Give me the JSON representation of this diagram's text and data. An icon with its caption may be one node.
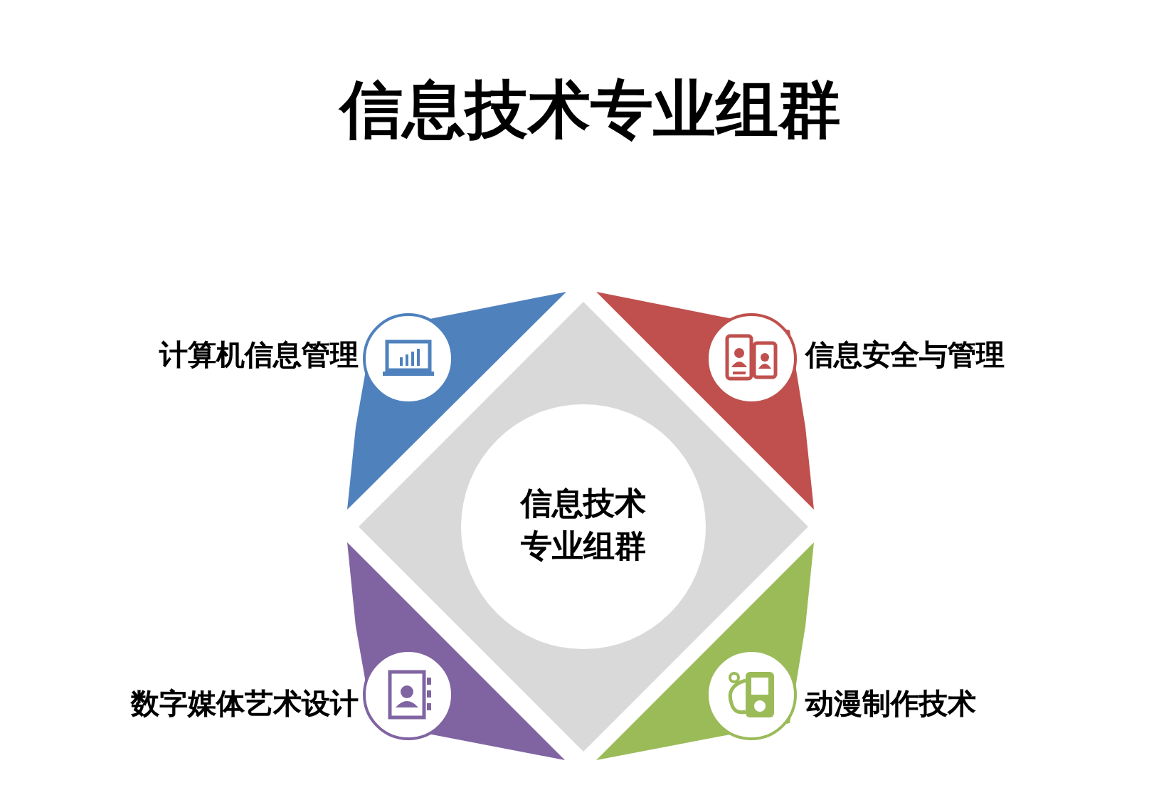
{
  "diagram": {
    "title": "信息技术专业组群",
    "nodes": [
      {
        "text": [
          "信息技术专业组群"
        ]
      },
      {
        "text": [
          "计算机信息管理"
        ]
      },
      {
        "text": [
          "信息安全与管理"
        ]
      },
      {
        "text": [
          "数字媒体艺术设计"
        ]
      },
      {
        "text": [
          "动漫制作技术"
        ]
      }
    ]
  }
}
